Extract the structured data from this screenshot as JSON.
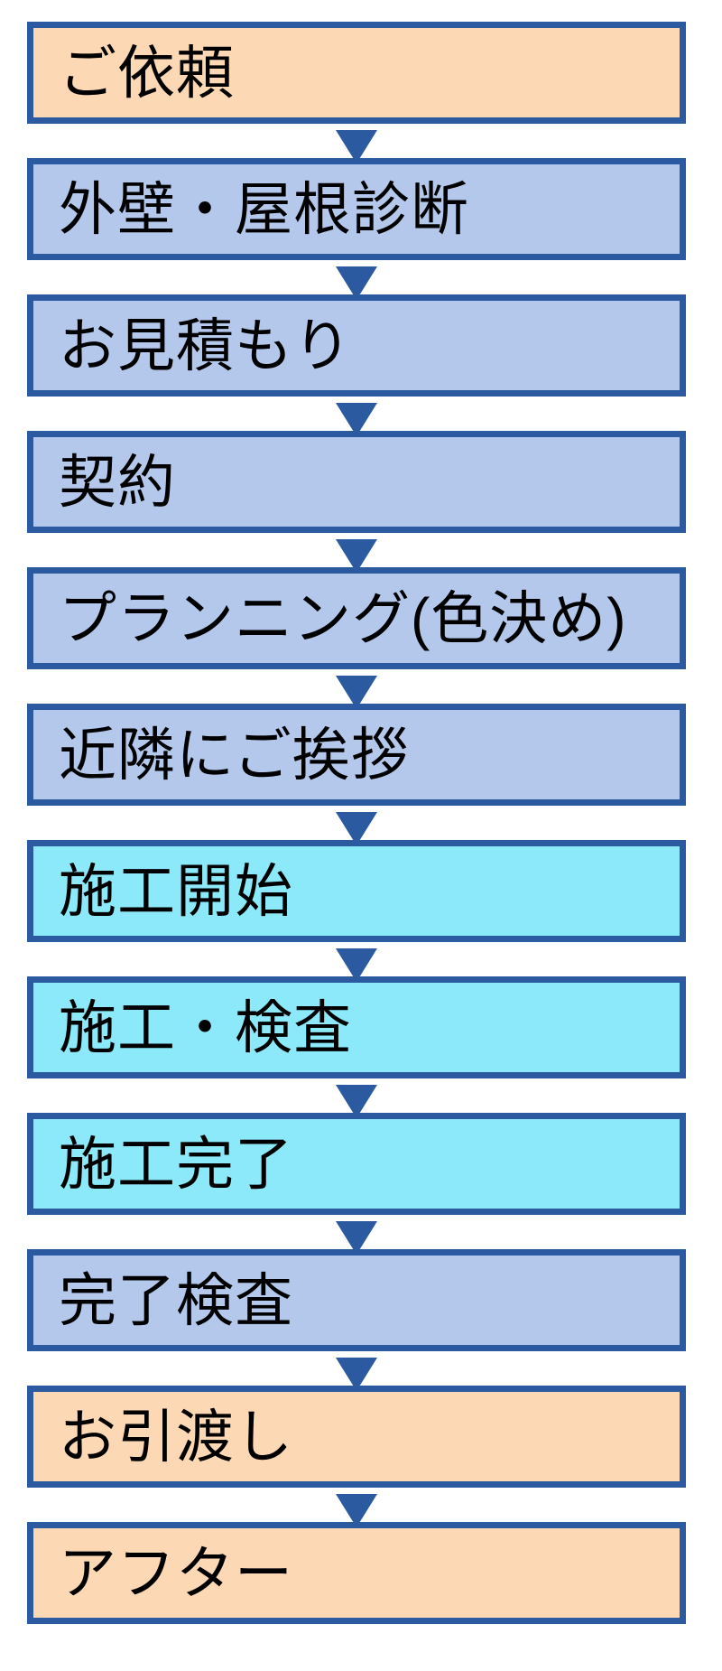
{
  "diagram": {
    "kind": "vertical-flowchart",
    "steps": [
      {
        "label": "ご依頼",
        "variant": "peach"
      },
      {
        "label": "外壁・屋根診断",
        "variant": "blue"
      },
      {
        "label": "お見積もり",
        "variant": "blue"
      },
      {
        "label": "契約",
        "variant": "blue"
      },
      {
        "label": "プランニング(色決め)",
        "variant": "blue"
      },
      {
        "label": "近隣にご挨拶",
        "variant": "blue"
      },
      {
        "label": "施工開始",
        "variant": "cyan"
      },
      {
        "label": "施工・検査",
        "variant": "cyan"
      },
      {
        "label": "施工完了",
        "variant": "cyan"
      },
      {
        "label": "完了検査",
        "variant": "blue"
      },
      {
        "label": "お引渡し",
        "variant": "peach"
      },
      {
        "label": "アフター",
        "variant": "peach"
      }
    ],
    "colors": {
      "step_fill_peach": "#FCD8B5",
      "step_fill_blue": "#B4C8EC",
      "step_fill_cyan": "#8BE9F9",
      "step_border": "#2B5AA0",
      "arrow": "#2B5AA0",
      "text": "#000000",
      "background": "#FFFFFF"
    }
  }
}
